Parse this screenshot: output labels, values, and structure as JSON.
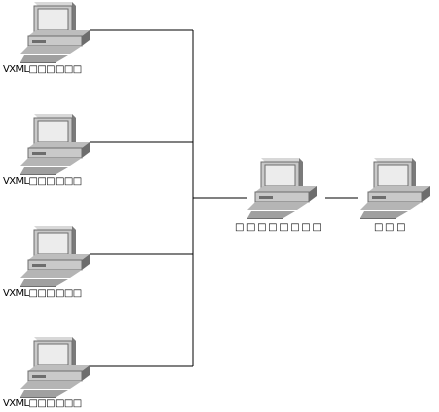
{
  "diagram": {
    "clients": [
      {
        "label": "VXML□□□□□□"
      },
      {
        "label": "VXML□□□□□□"
      },
      {
        "label": "VXML□□□□□□"
      },
      {
        "label": "VXML□□□□□□"
      }
    ],
    "server": {
      "label": "□□□□□□□□"
    },
    "endpoint": {
      "label": "□□□"
    }
  },
  "colors": {
    "line": "#000000",
    "computer_light": "#c9c9c9",
    "computer_mid": "#a0a0a0",
    "computer_dark": "#6d6d6d",
    "screen": "#ececec"
  }
}
